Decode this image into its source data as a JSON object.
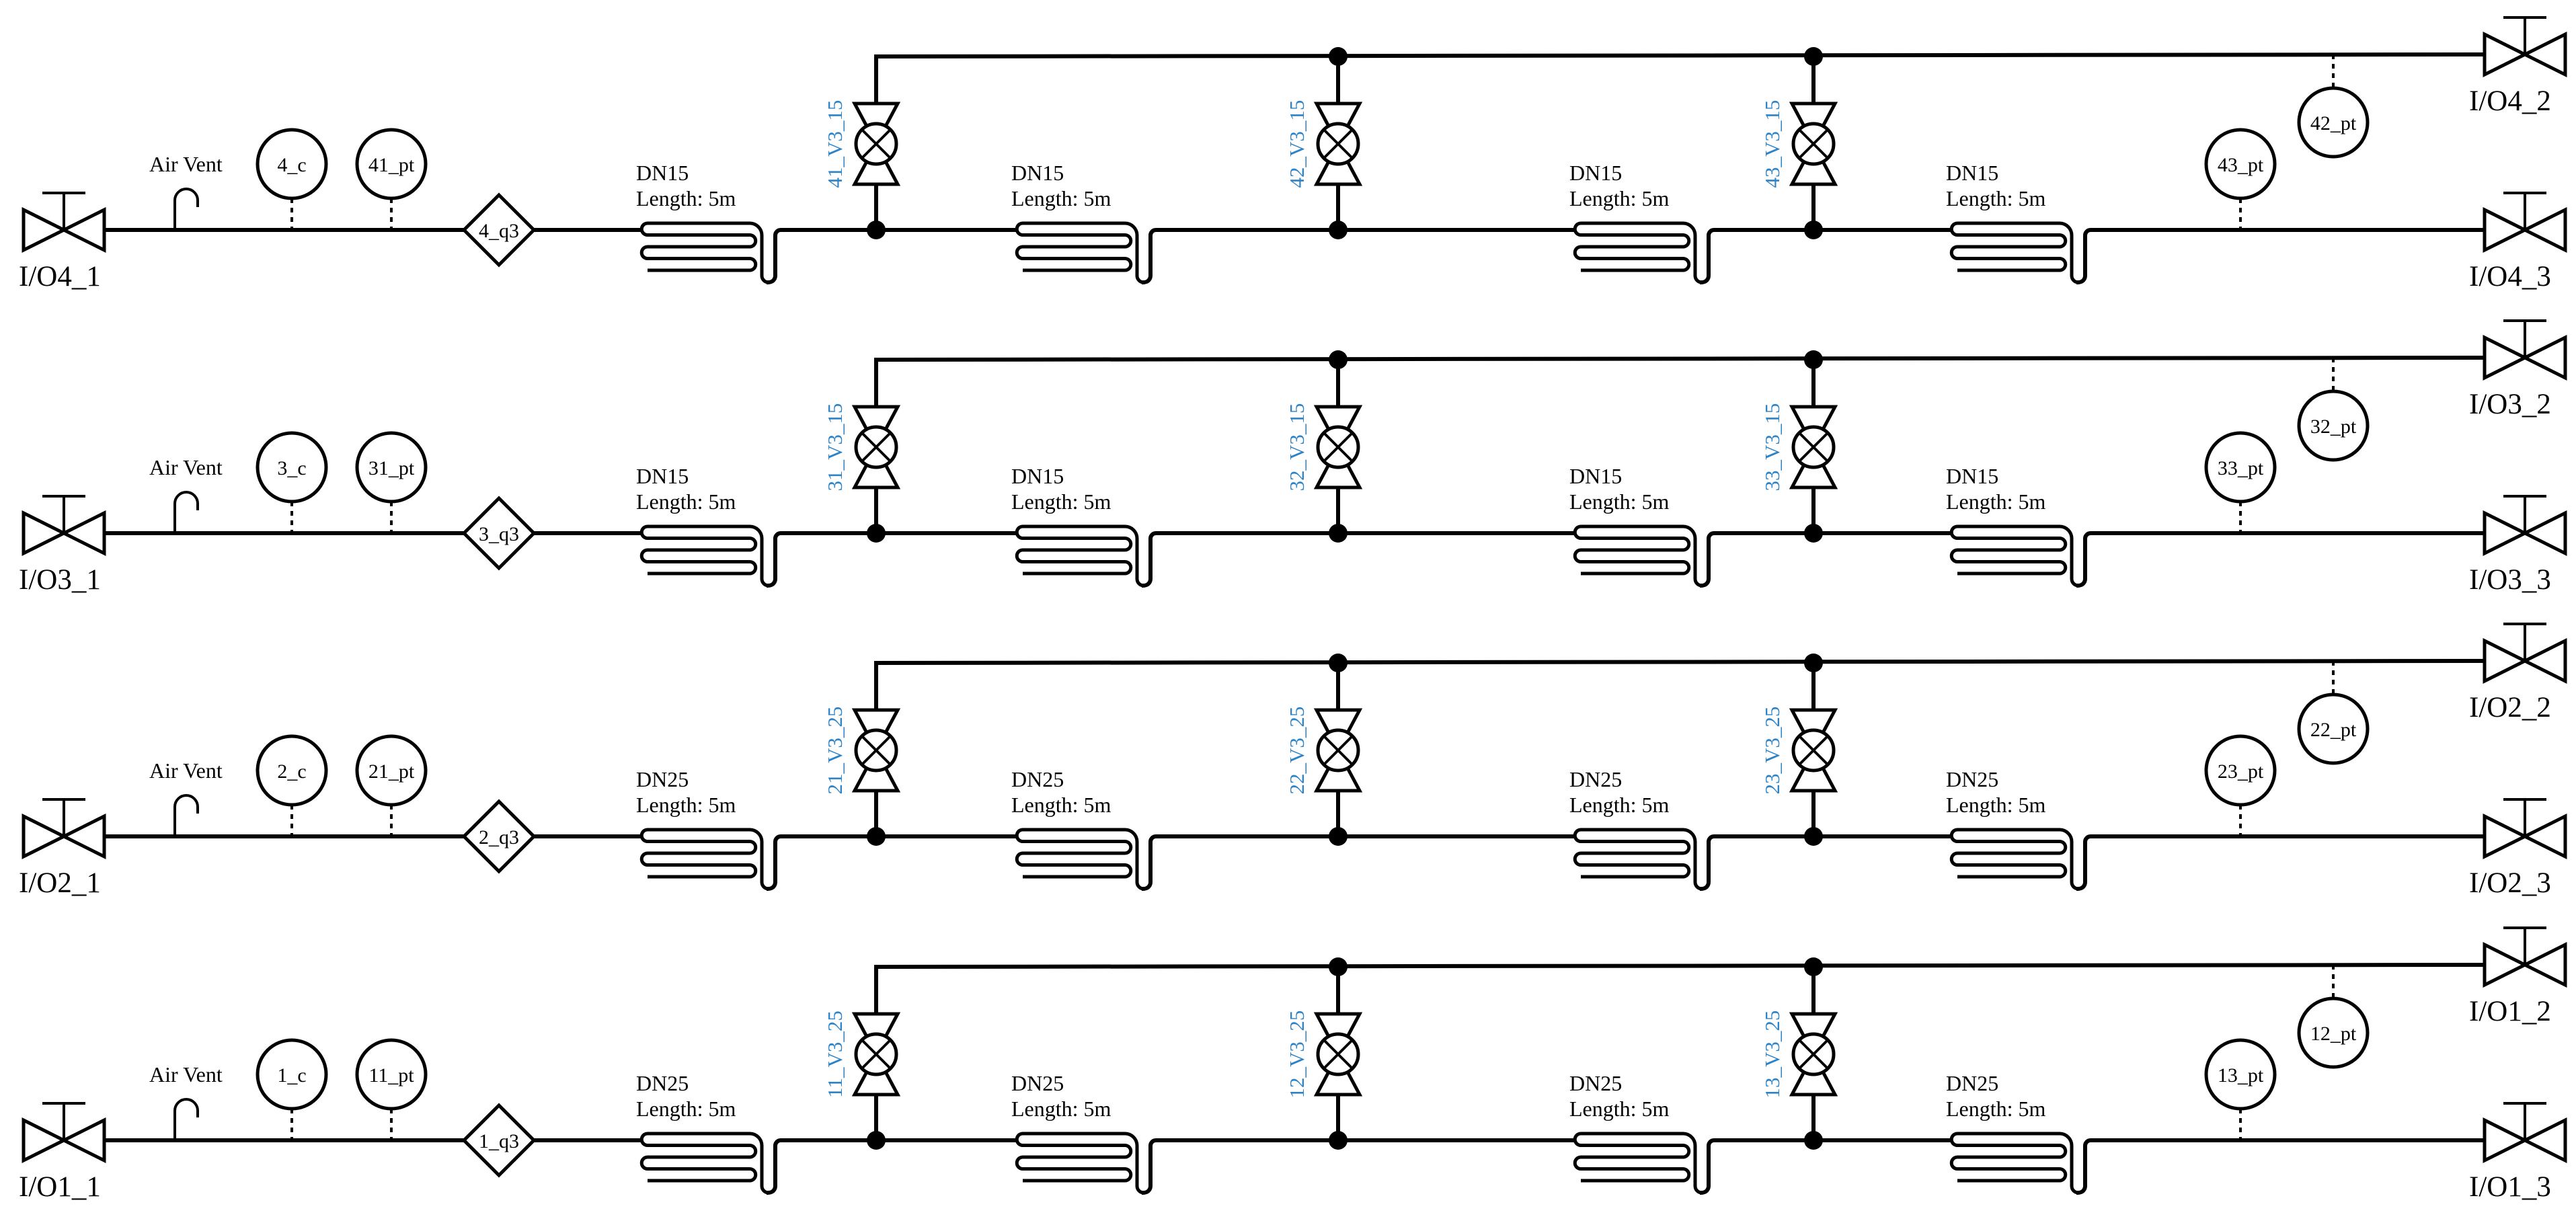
{
  "diagram": {
    "rows": [
      {
        "inlet": "I/O4_1",
        "outlet_top": "I/O4_2",
        "outlet_bottom": "I/O4_3",
        "air_vent": "Air Vent",
        "conductivity": "4_c",
        "pressure_inlet": "41_pt",
        "flow": "4_q3",
        "pipe_spec": "DN15",
        "pipe_length": "Length: 5m",
        "valves": [
          "41_V3_15",
          "42_V3_15",
          "43_V3_15"
        ],
        "pressure_top": "42_pt",
        "pressure_bottom": "43_pt"
      },
      {
        "inlet": "I/O3_1",
        "outlet_top": "I/O3_2",
        "outlet_bottom": "I/O3_3",
        "air_vent": "Air Vent",
        "conductivity": "3_c",
        "pressure_inlet": "31_pt",
        "flow": "3_q3",
        "pipe_spec": "DN15",
        "pipe_length": "Length: 5m",
        "valves": [
          "31_V3_15",
          "32_V3_15",
          "33_V3_15"
        ],
        "pressure_top": "32_pt",
        "pressure_bottom": "33_pt"
      },
      {
        "inlet": "I/O2_1",
        "outlet_top": "I/O2_2",
        "outlet_bottom": "I/O2_3",
        "air_vent": "Air Vent",
        "conductivity": "2_c",
        "pressure_inlet": "21_pt",
        "flow": "2_q3",
        "pipe_spec": "DN25",
        "pipe_length": "Length: 5m",
        "valves": [
          "21_V3_25",
          "22_V3_25",
          "23_V3_25"
        ],
        "pressure_top": "22_pt",
        "pressure_bottom": "23_pt"
      },
      {
        "inlet": "I/O1_1",
        "outlet_top": "I/O1_2",
        "outlet_bottom": "I/O1_3",
        "air_vent": "Air Vent",
        "conductivity": "1_c",
        "pressure_inlet": "11_pt",
        "flow": "1_q3",
        "pipe_spec": "DN25",
        "pipe_length": "Length: 5m",
        "valves": [
          "11_V3_25",
          "12_V3_25",
          "13_V3_25"
        ],
        "pressure_top": "12_pt",
        "pressure_bottom": "13_pt"
      }
    ],
    "colors": {
      "line": "#000000",
      "valve_label": "#2d83c7",
      "background": "#ffffff"
    }
  }
}
